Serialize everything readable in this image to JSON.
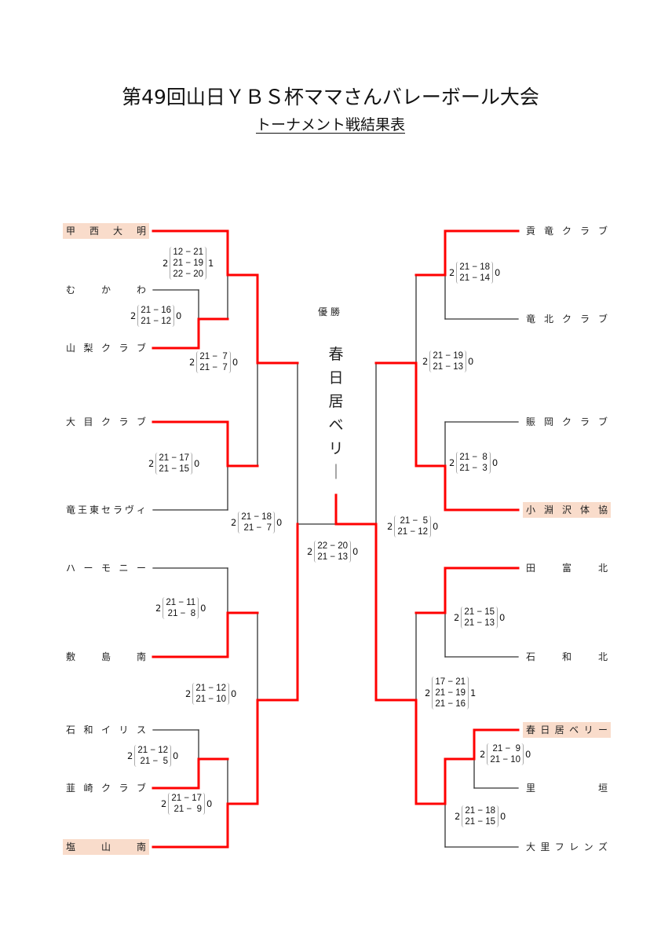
{
  "title": "第49回山日ＹＢＳ杯ママさんバレーボール大会",
  "subtitle": "トーナメント戦結果表",
  "champion_label": "優勝",
  "champion": "春日居ベリー",
  "colors": {
    "winner_line": "#ff0000",
    "loser_line": "#333333",
    "highlight_bg": "#f9dccb"
  },
  "left_teams": [
    {
      "name": "甲西大明",
      "highlight": true
    },
    {
      "name": "むかわ",
      "highlight": false
    },
    {
      "name": "山梨クラブ",
      "highlight": false
    },
    {
      "name": "大目クラブ",
      "highlight": false
    },
    {
      "name": "竜王東セラヴィ",
      "highlight": false
    },
    {
      "name": "ハーモニー",
      "highlight": false
    },
    {
      "name": "敷島南",
      "highlight": false
    },
    {
      "name": "石和イリス",
      "highlight": false
    },
    {
      "name": "韮崎クラブ",
      "highlight": false
    },
    {
      "name": "塩山南",
      "highlight": true
    }
  ],
  "right_teams": [
    {
      "name": "貢竜クラブ",
      "highlight": false
    },
    {
      "name": "竜北クラブ",
      "highlight": false
    },
    {
      "name": "賑岡クラブ",
      "highlight": false
    },
    {
      "name": "小淵沢体協",
      "highlight": true
    },
    {
      "name": "田富北",
      "highlight": false
    },
    {
      "name": "石和北",
      "highlight": false
    },
    {
      "name": "春日居ベリー",
      "highlight": true
    },
    {
      "name": "里垣",
      "highlight": false
    },
    {
      "name": "大里フレンズ",
      "highlight": false
    }
  ],
  "scores": [
    {
      "id": "L-koseidaimei-vs-yamanashi",
      "winner_sets": "2",
      "loser_sets": "1",
      "sets": [
        "12 − 21",
        "21 − 19",
        "22 − 20"
      ]
    },
    {
      "id": "L-mukawa-vs-yamanashi",
      "winner_sets": "2",
      "loser_sets": "0",
      "sets": [
        "21 − 16",
        "21 − 12"
      ]
    },
    {
      "id": "L-qf1",
      "winner_sets": "2",
      "loser_sets": "0",
      "sets": [
        "21 −  7",
        "21 −  7"
      ]
    },
    {
      "id": "L-daimoku-vs-ryuohigashi",
      "winner_sets": "2",
      "loser_sets": "0",
      "sets": [
        "21 − 17",
        "21 − 15"
      ]
    },
    {
      "id": "L-sf",
      "winner_sets": "2",
      "loser_sets": "0",
      "sets": [
        "21 − 18",
        "21 −  7"
      ]
    },
    {
      "id": "L-harmony-vs-shikishima",
      "winner_sets": "2",
      "loser_sets": "0",
      "sets": [
        "21 − 11",
        "21 −  8"
      ]
    },
    {
      "id": "L-qf2",
      "winner_sets": "2",
      "loser_sets": "0",
      "sets": [
        "21 − 12",
        "21 − 10"
      ]
    },
    {
      "id": "L-isawairis-vs-nirasaki",
      "winner_sets": "2",
      "loser_sets": "0",
      "sets": [
        "21 − 12",
        "21 −  5"
      ]
    },
    {
      "id": "L-nirasaki-vs-enzan",
      "winner_sets": "2",
      "loser_sets": "0",
      "sets": [
        "21 − 17",
        "21 −  9"
      ]
    },
    {
      "id": "final",
      "winner_sets": "2",
      "loser_sets": "0",
      "sets": [
        "22 − 20",
        "21 − 13"
      ]
    },
    {
      "id": "R-koryu-vs-ryuhoku",
      "winner_sets": "2",
      "loser_sets": "0",
      "sets": [
        "21 − 18",
        "21 − 14"
      ]
    },
    {
      "id": "R-qf1",
      "winner_sets": "2",
      "loser_sets": "0",
      "sets": [
        "21 − 19",
        "21 − 13"
      ]
    },
    {
      "id": "R-nigioka-vs-kobuchizawa",
      "winner_sets": "2",
      "loser_sets": "0",
      "sets": [
        "21 −  8",
        "21 −  3"
      ]
    },
    {
      "id": "R-sf",
      "winner_sets": "2",
      "loser_sets": "0",
      "sets": [
        "21 −  5",
        "21 − 12"
      ]
    },
    {
      "id": "R-tomihoku-vs-isawakita",
      "winner_sets": "2",
      "loser_sets": "0",
      "sets": [
        "21 − 15",
        "21 − 13"
      ]
    },
    {
      "id": "R-qf2",
      "winner_sets": "2",
      "loser_sets": "1",
      "sets": [
        "17 − 21",
        "21 − 19",
        "21 − 16"
      ]
    },
    {
      "id": "R-kasugai-vs-satogaki",
      "winner_sets": "2",
      "loser_sets": "0",
      "sets": [
        "21 −  9",
        "21 − 10"
      ]
    },
    {
      "id": "R-kasugai-vs-ohsato",
      "winner_sets": "2",
      "loser_sets": "0",
      "sets": [
        "21 − 18",
        "21 − 15"
      ]
    }
  ]
}
